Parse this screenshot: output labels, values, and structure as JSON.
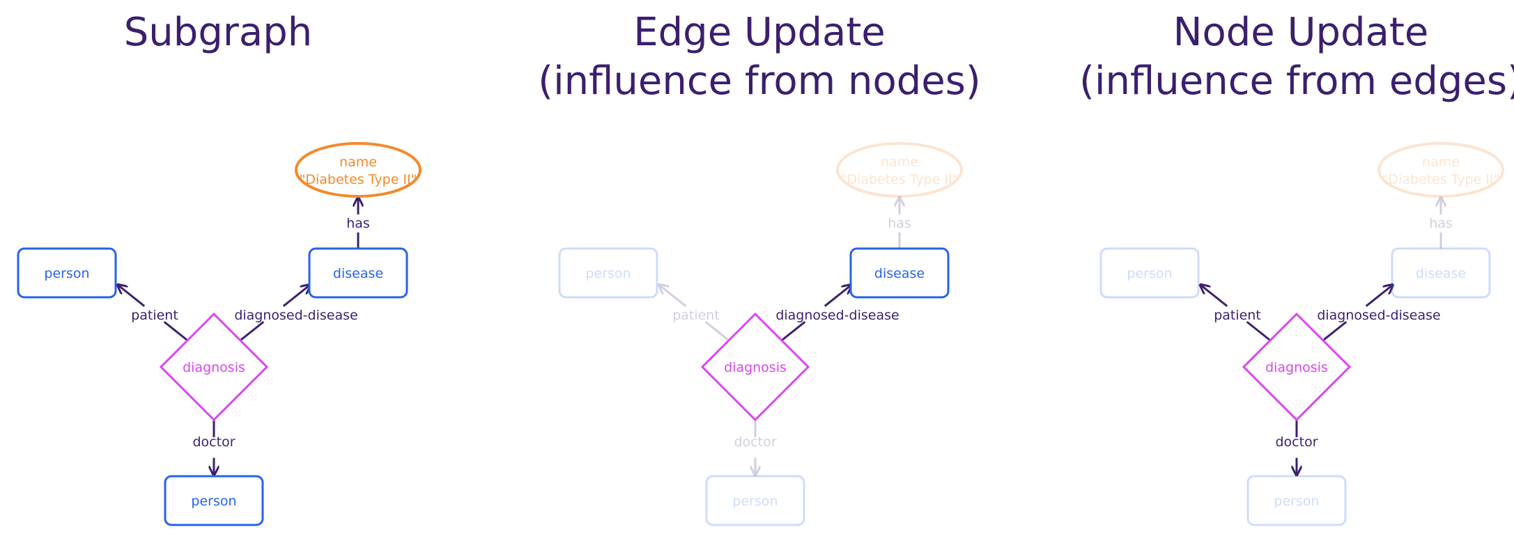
{
  "colors": {
    "title": "#3b1f6e",
    "entity": "#2563eb",
    "relation": "#d946ef",
    "attribute": "#f28a2c",
    "edge": "#3b1f6e",
    "background": "#ffffff"
  },
  "panels": [
    {
      "id": "subgraph",
      "title_lines": [
        "Subgraph"
      ],
      "faded_nodes": [],
      "faded_edges": []
    },
    {
      "id": "edge-update",
      "title_lines": [
        "Edge Update",
        "(influence from nodes)"
      ],
      "faded_nodes": [
        "person_left",
        "person_bottom",
        "name_attr"
      ],
      "faded_edges": [
        "patient",
        "doctor",
        "has"
      ]
    },
    {
      "id": "node-update",
      "title_lines": [
        "Node Update",
        "(influence from edges)"
      ],
      "faded_nodes": [
        "person_left",
        "person_bottom",
        "name_attr",
        "disease"
      ],
      "faded_edges": [
        "has"
      ]
    }
  ],
  "nodes": {
    "person_left": {
      "kind": "entity",
      "label": "person"
    },
    "disease": {
      "kind": "entity",
      "label": "disease"
    },
    "person_bottom": {
      "kind": "entity",
      "label": "person"
    },
    "diagnosis": {
      "kind": "relation",
      "label": "diagnosis"
    },
    "name_attr": {
      "kind": "attribute",
      "label_lines": [
        "name",
        "\"Diabetes Type II\""
      ]
    }
  },
  "edges": {
    "patient": {
      "from": "diagnosis",
      "to": "person_left",
      "label": "patient"
    },
    "diagnosed_disease": {
      "from": "diagnosis",
      "to": "disease",
      "label": "diagnosed-disease"
    },
    "doctor": {
      "from": "diagnosis",
      "to": "person_bottom",
      "label": "doctor"
    },
    "has": {
      "from": "disease",
      "to": "name_attr",
      "label": "has"
    }
  }
}
